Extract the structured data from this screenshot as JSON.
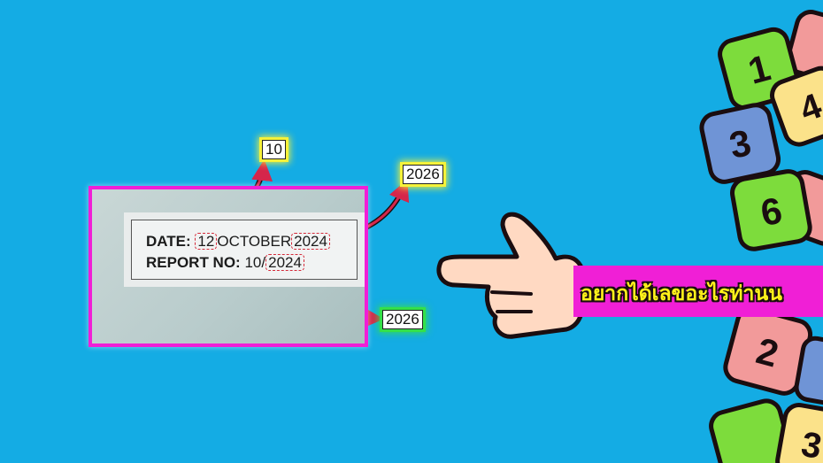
{
  "document": {
    "date_label": "DATE:",
    "date_day": "12",
    "date_month": "OCTOBER",
    "date_year": "2024",
    "report_label": "REPORT NO:",
    "report_prefix": "10/",
    "report_year": "2024"
  },
  "callouts": {
    "day_replacement": "10",
    "date_year_replacement": "2026",
    "report_year_replacement": "2026"
  },
  "banner": {
    "text": "อยากได้เลขอะไรท่านน"
  },
  "dice": [
    {
      "label": "1",
      "color": "#7ddc3c"
    },
    {
      "label": "4",
      "color": "#fbe28a"
    },
    {
      "label": "3",
      "color": "#6f94d6"
    },
    {
      "label": "6",
      "color": "#7ddc3c"
    },
    {
      "label": "2",
      "color": "#f29a9a"
    },
    {
      "label": "3",
      "color": "#fbe28a"
    }
  ],
  "colors": {
    "background": "#14ace4",
    "frame": "#f01fd6",
    "arrow": "#d5264b",
    "banner_text": "#fff21a"
  }
}
